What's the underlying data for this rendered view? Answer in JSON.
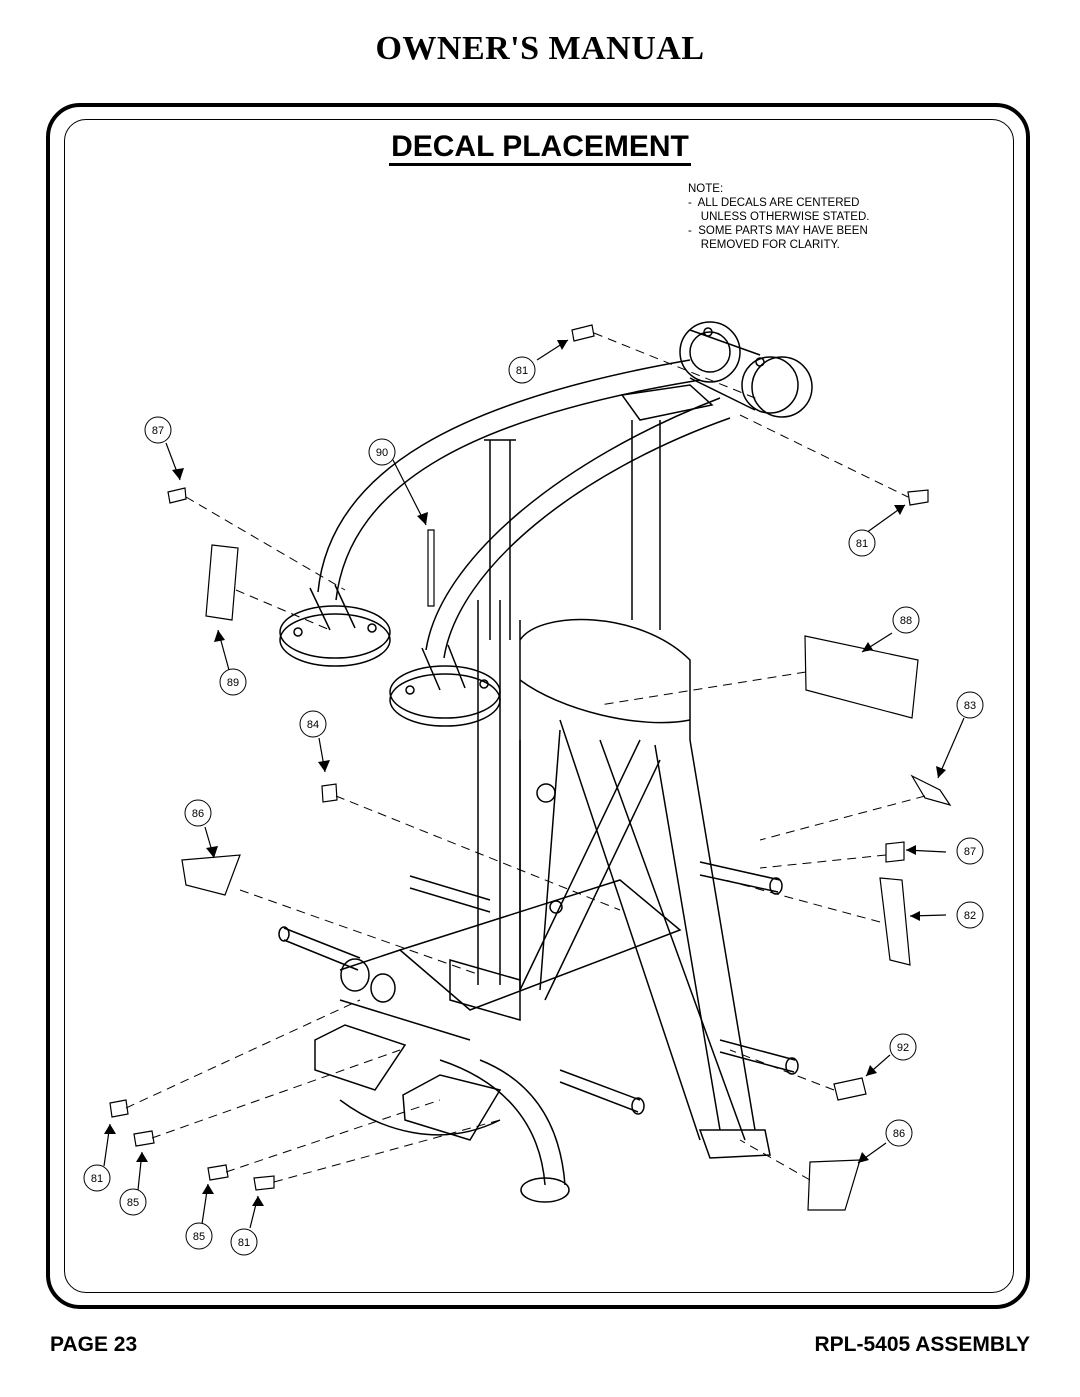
{
  "header": {
    "title": "OWNER'S MANUAL"
  },
  "section": {
    "title": "DECAL PLACEMENT"
  },
  "note": {
    "lines": [
      "NOTE:",
      "-  ALL DECALS ARE CENTERED",
      "    UNLESS OTHERWISE STATED.",
      "-  SOME PARTS MAY HAVE BEEN",
      "    REMOVED FOR CLARITY."
    ]
  },
  "callouts": [
    "81",
    "87",
    "90",
    "81",
    "88",
    "89",
    "84",
    "83",
    "86",
    "87",
    "82",
    "92",
    "86",
    "81",
    "85",
    "85",
    "81"
  ],
  "footer": {
    "page": "PAGE 23",
    "model": "RPL-5405 ASSEMBLY"
  }
}
